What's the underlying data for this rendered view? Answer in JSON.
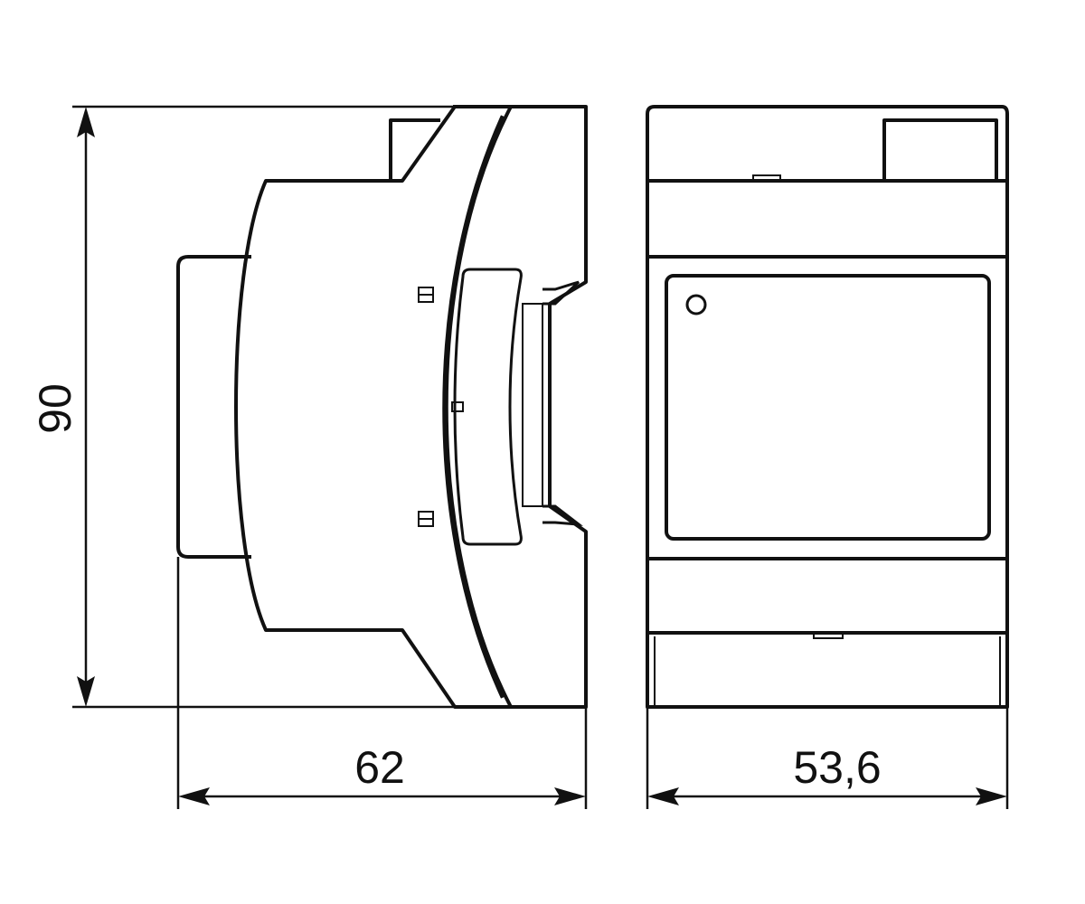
{
  "dimensions": {
    "height": "90",
    "side_width": "62",
    "front_width": "53,6"
  }
}
